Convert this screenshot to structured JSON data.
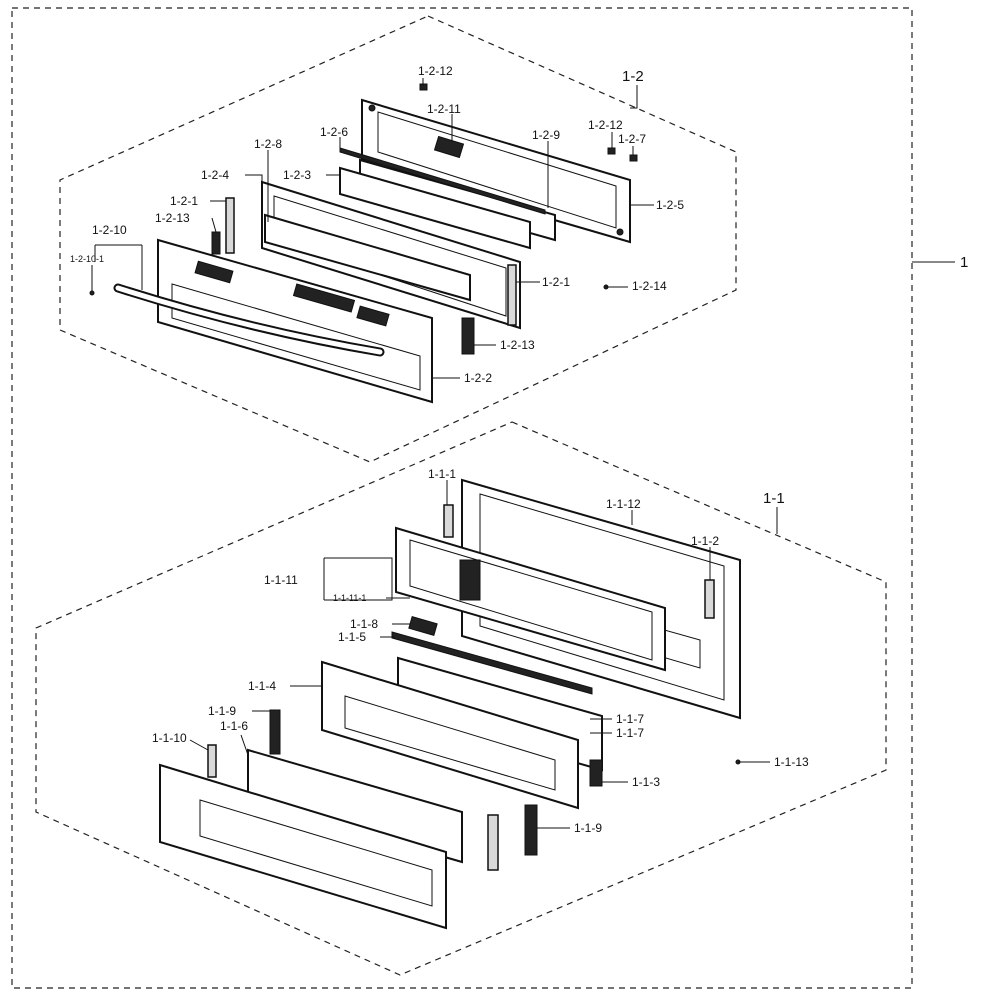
{
  "assembly_label": "1",
  "upper_assembly": {
    "label": "1-2",
    "callouts": [
      "1-2-12",
      "1-2-11",
      "1-2-6",
      "1-2-9",
      "1-2-12",
      "1-2-7",
      "1-2-8",
      "1-2-3",
      "1-2-4",
      "1-2-5",
      "1-2-1",
      "1-2-13",
      "1-2-10",
      "1-2-10-1",
      "1-2-1",
      "1-2-14",
      "1-2-13",
      "1-2-2"
    ]
  },
  "lower_assembly": {
    "label": "1-1",
    "callouts": [
      "1-1-1",
      "1-1-12",
      "1-1-2",
      "1-1-11",
      "1-1-11-1",
      "1-1-8",
      "1-1-5",
      "1-1-4",
      "1-1-7",
      "1-1-7",
      "1-1-9",
      "1-1-6",
      "1-1-10",
      "1-1-13",
      "1-1-3",
      "1-1-9"
    ]
  }
}
